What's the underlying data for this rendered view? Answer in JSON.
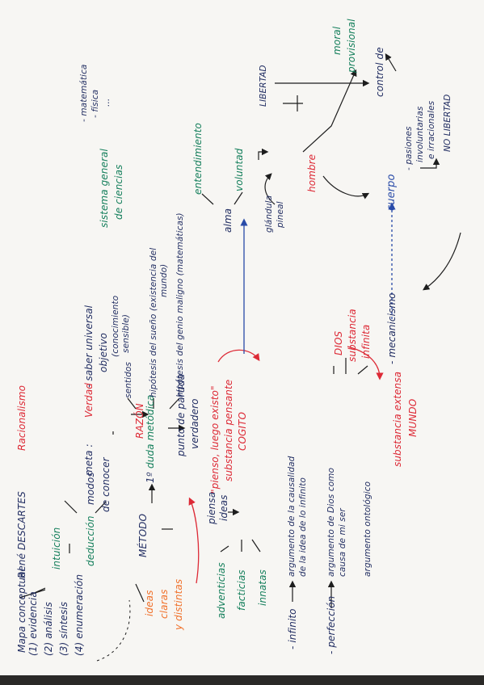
{
  "title": {
    "map": "Mapa conceptual",
    "author": "René DESCARTES",
    "school": "Racionalismo"
  },
  "meta": {
    "label": "meta :",
    "verdad": "Verdad",
    "saber": "- saber universal",
    "objetivo": "objetivo",
    "razon": "RAZÓN"
  },
  "sistema": {
    "line1": "sistema general",
    "line2": "de ciencias",
    "matematica": "- matemática",
    "fisica": "- física",
    "dots": "..."
  },
  "method": {
    "evidencia": "(1) evidencia",
    "analisis": "(2) análisis",
    "sintesis": "(3) síntesis",
    "enumeracion": "(4) enumeración",
    "intuicion": "intuición",
    "deduccion": "deducción",
    "modos1": "modos",
    "modos2": "de conocer",
    "metodo": "MÉTODO",
    "duda_prefix": "1º",
    "duda": "duda metódica",
    "sentidos": "sentidos",
    "sentidos_note1": "(conocimiento",
    "sentidos_note2": "sensible)",
    "sueno1": "hipótesis del sueño (existencia del",
    "sueno2": "mundo)",
    "genio": "hipótesis del genio maligno (matemáticas)"
  },
  "cogito": {
    "punto1": "punto de partida",
    "punto2": "verdadero",
    "pienso": "\"pienso, luego existo\"",
    "substancia": "substancia pensante",
    "label": "COGITO"
  },
  "ideas": {
    "ideas": "ideas",
    "claras": "claras",
    "distintas": "y distintas",
    "piensa1": "piensa",
    "piensa2": "ideas",
    "adventicias": "adventicias",
    "facticias": "facticias",
    "innatas": "innatas",
    "infinito": "- infinito",
    "perfeccion": "- perfección"
  },
  "dios_args": {
    "arg1a": "argumento de la causalidad",
    "arg1b": "de la idea de lo infinito",
    "arg2a": "argumento de Dios como",
    "arg2b": "causa de mi ser",
    "arg3": "argumento ontológico"
  },
  "dios": {
    "line1": "DIOS",
    "line2": "substancia",
    "line3": "infinita"
  },
  "mundo": {
    "ext": "substancia extensa",
    "label": "MUNDO",
    "mecanicismo": "- mecanicismo"
  },
  "hombre": {
    "alma": "alma",
    "entendimiento": "entendimiento",
    "voluntad": "voluntad",
    "libertad": "LIBERTAD",
    "glandula1": "glándula",
    "glandula2": "pineal",
    "hombre": "hombre",
    "cuerpo": "cuerpo",
    "pasiones1": "- pasiones",
    "pasiones2": "involuntarias",
    "pasiones3": "e irracionales",
    "no_libertad": "NO LIBERTAD",
    "control": "control de",
    "moral1": "moral",
    "moral2": "provisional"
  },
  "colors": {
    "navy": "#232f63",
    "red": "#dd2a36",
    "green": "#17805d",
    "orange": "#f0712b",
    "blue": "#294ba8",
    "paper": "#f7f6f3"
  }
}
